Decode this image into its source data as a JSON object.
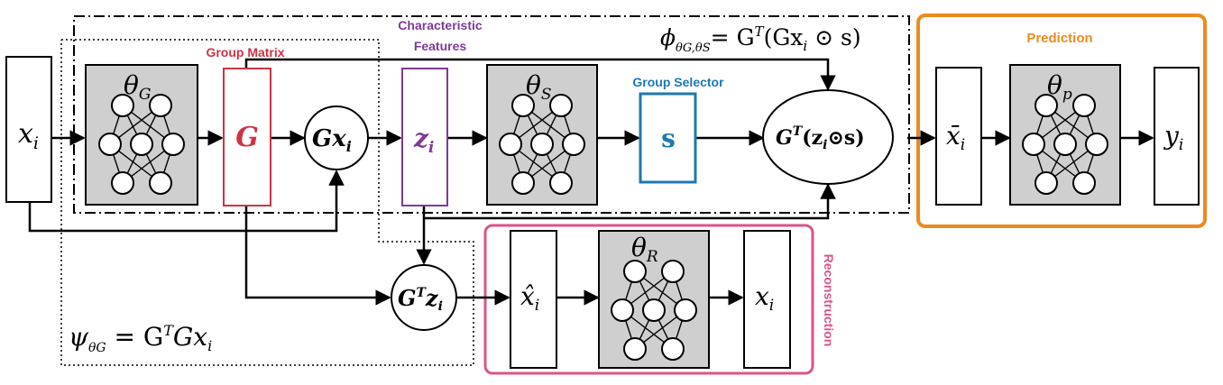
{
  "labels": {
    "group_matrix": "Group Matrix",
    "characteristic_1": "Characteristic",
    "characteristic_2": "Features",
    "group_selector": "Group Selector",
    "prediction": "Prediction",
    "reconstruction": "Reconstruction"
  },
  "math": {
    "x_in": "x",
    "x_in_sub": "i",
    "theta_g": "θ",
    "theta_g_sub": "G",
    "g_matrix": "G",
    "gx": "Gx",
    "gx_sub": "i",
    "z": "z",
    "z_sub": "i",
    "theta_s": "θ",
    "theta_s_sub": "S",
    "s": "s",
    "gt_zs_main": "G",
    "gt_zs_sup": "T",
    "gt_zs_rest": "(z",
    "gt_zs_sub": "i",
    "gt_zs_tail": "⊙s)",
    "xbar": "x̄",
    "xbar_sub": "i",
    "theta_p": "θ",
    "theta_p_sub": "p",
    "y": "y",
    "y_sub": "i",
    "gtz_main": "G",
    "gtz_sup": "T",
    "gtz_z": "z",
    "gtz_sub": "i",
    "xhat": "x̂",
    "xhat_sub": "i",
    "theta_r": "θ",
    "theta_r_sub": "R",
    "x_out": "x",
    "x_out_sub": "i",
    "phi_main": "ϕ",
    "phi_sub": "θG,θS",
    "phi_rhs_1": "= G",
    "phi_rhs_sup": "T",
    "phi_rhs_2": "(Gx",
    "phi_rhs_sub": "i",
    "phi_rhs_3": " ⊙ s)",
    "psi_main": "ψ",
    "psi_sub": "θG",
    "psi_rhs_1": " = G",
    "psi_rhs_sup": "T",
    "psi_rhs_2": "Gx",
    "psi_rhs_sub": "i"
  },
  "colors": {
    "group_matrix": "#cc3344",
    "characteristic": "#7e3a96",
    "group_selector": "#1f77b4",
    "prediction": "#ee8a1e",
    "reconstruction": "#d9548a",
    "network_fill": "#cfcfcf"
  }
}
